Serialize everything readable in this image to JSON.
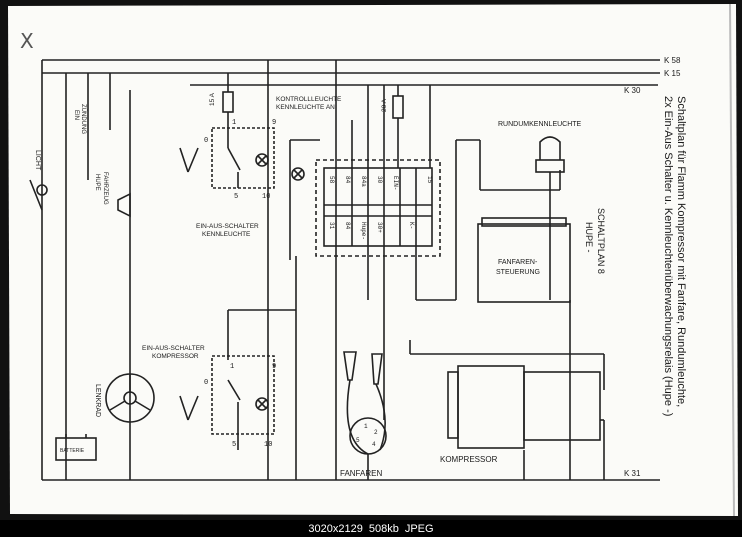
{
  "image": {
    "dimensions": "3020x2129",
    "filesize": "508kb",
    "format": "JPEG"
  },
  "diagram": {
    "title_line1": "Schaltplan für Flamm Kompressor mit Fanfare, Rundumleuchte,",
    "title_line2": "2x Ein-Aus Schalter u. Kennleuchtenüberwachungsrelais (Hupe -)",
    "plan_label": "SCHALTPLAN 8",
    "plan_sub": "HUPE -",
    "rails": {
      "k58": "K 58",
      "k15": "K 15",
      "k30": "K 30",
      "k31": "K 31"
    },
    "fuse1": "15 A",
    "fuse2": "20 A",
    "kontroll_line1": "KONTROLLLEUCHTE",
    "kontroll_line2": "KENNLEUCHTE AN",
    "switch1_line1": "EIN-AUS-SCHALTER",
    "switch1_line2": "KENNLEUCHTE",
    "switch2_line1": "EIN-AUS-SCHALTER",
    "switch2_line2": "KOMPRESSOR",
    "rundum": "RUNDUMKENNLEUCHTE",
    "fanfaren_steuerung_line1": "FANFAREN-",
    "fanfaren_steuerung_line2": "STEUERUNG",
    "fanfaren": "FANFAREN",
    "kompressor": "KOMPRESSOR",
    "licht": "LICHT",
    "zuendung_line1": "ZÜNDUNG",
    "zuendung_line2": "EIN",
    "hupe_line1": "FAHRZEUG",
    "hupe_line2": "HUPE",
    "lenkrad": "LENKRAD",
    "batterie": "BATTERIE",
    "relay_top": [
      "58",
      "84",
      "84a",
      "30",
      "EIN-",
      "15"
    ],
    "relay_bottom": [
      "31",
      "84",
      "Hupe-",
      "30+",
      "K-"
    ],
    "switch_pins": [
      "0",
      "1",
      "9",
      "5",
      "10"
    ],
    "horn_pins": [
      "1",
      "2",
      "5",
      "4"
    ],
    "handwritten_mark": "X"
  }
}
